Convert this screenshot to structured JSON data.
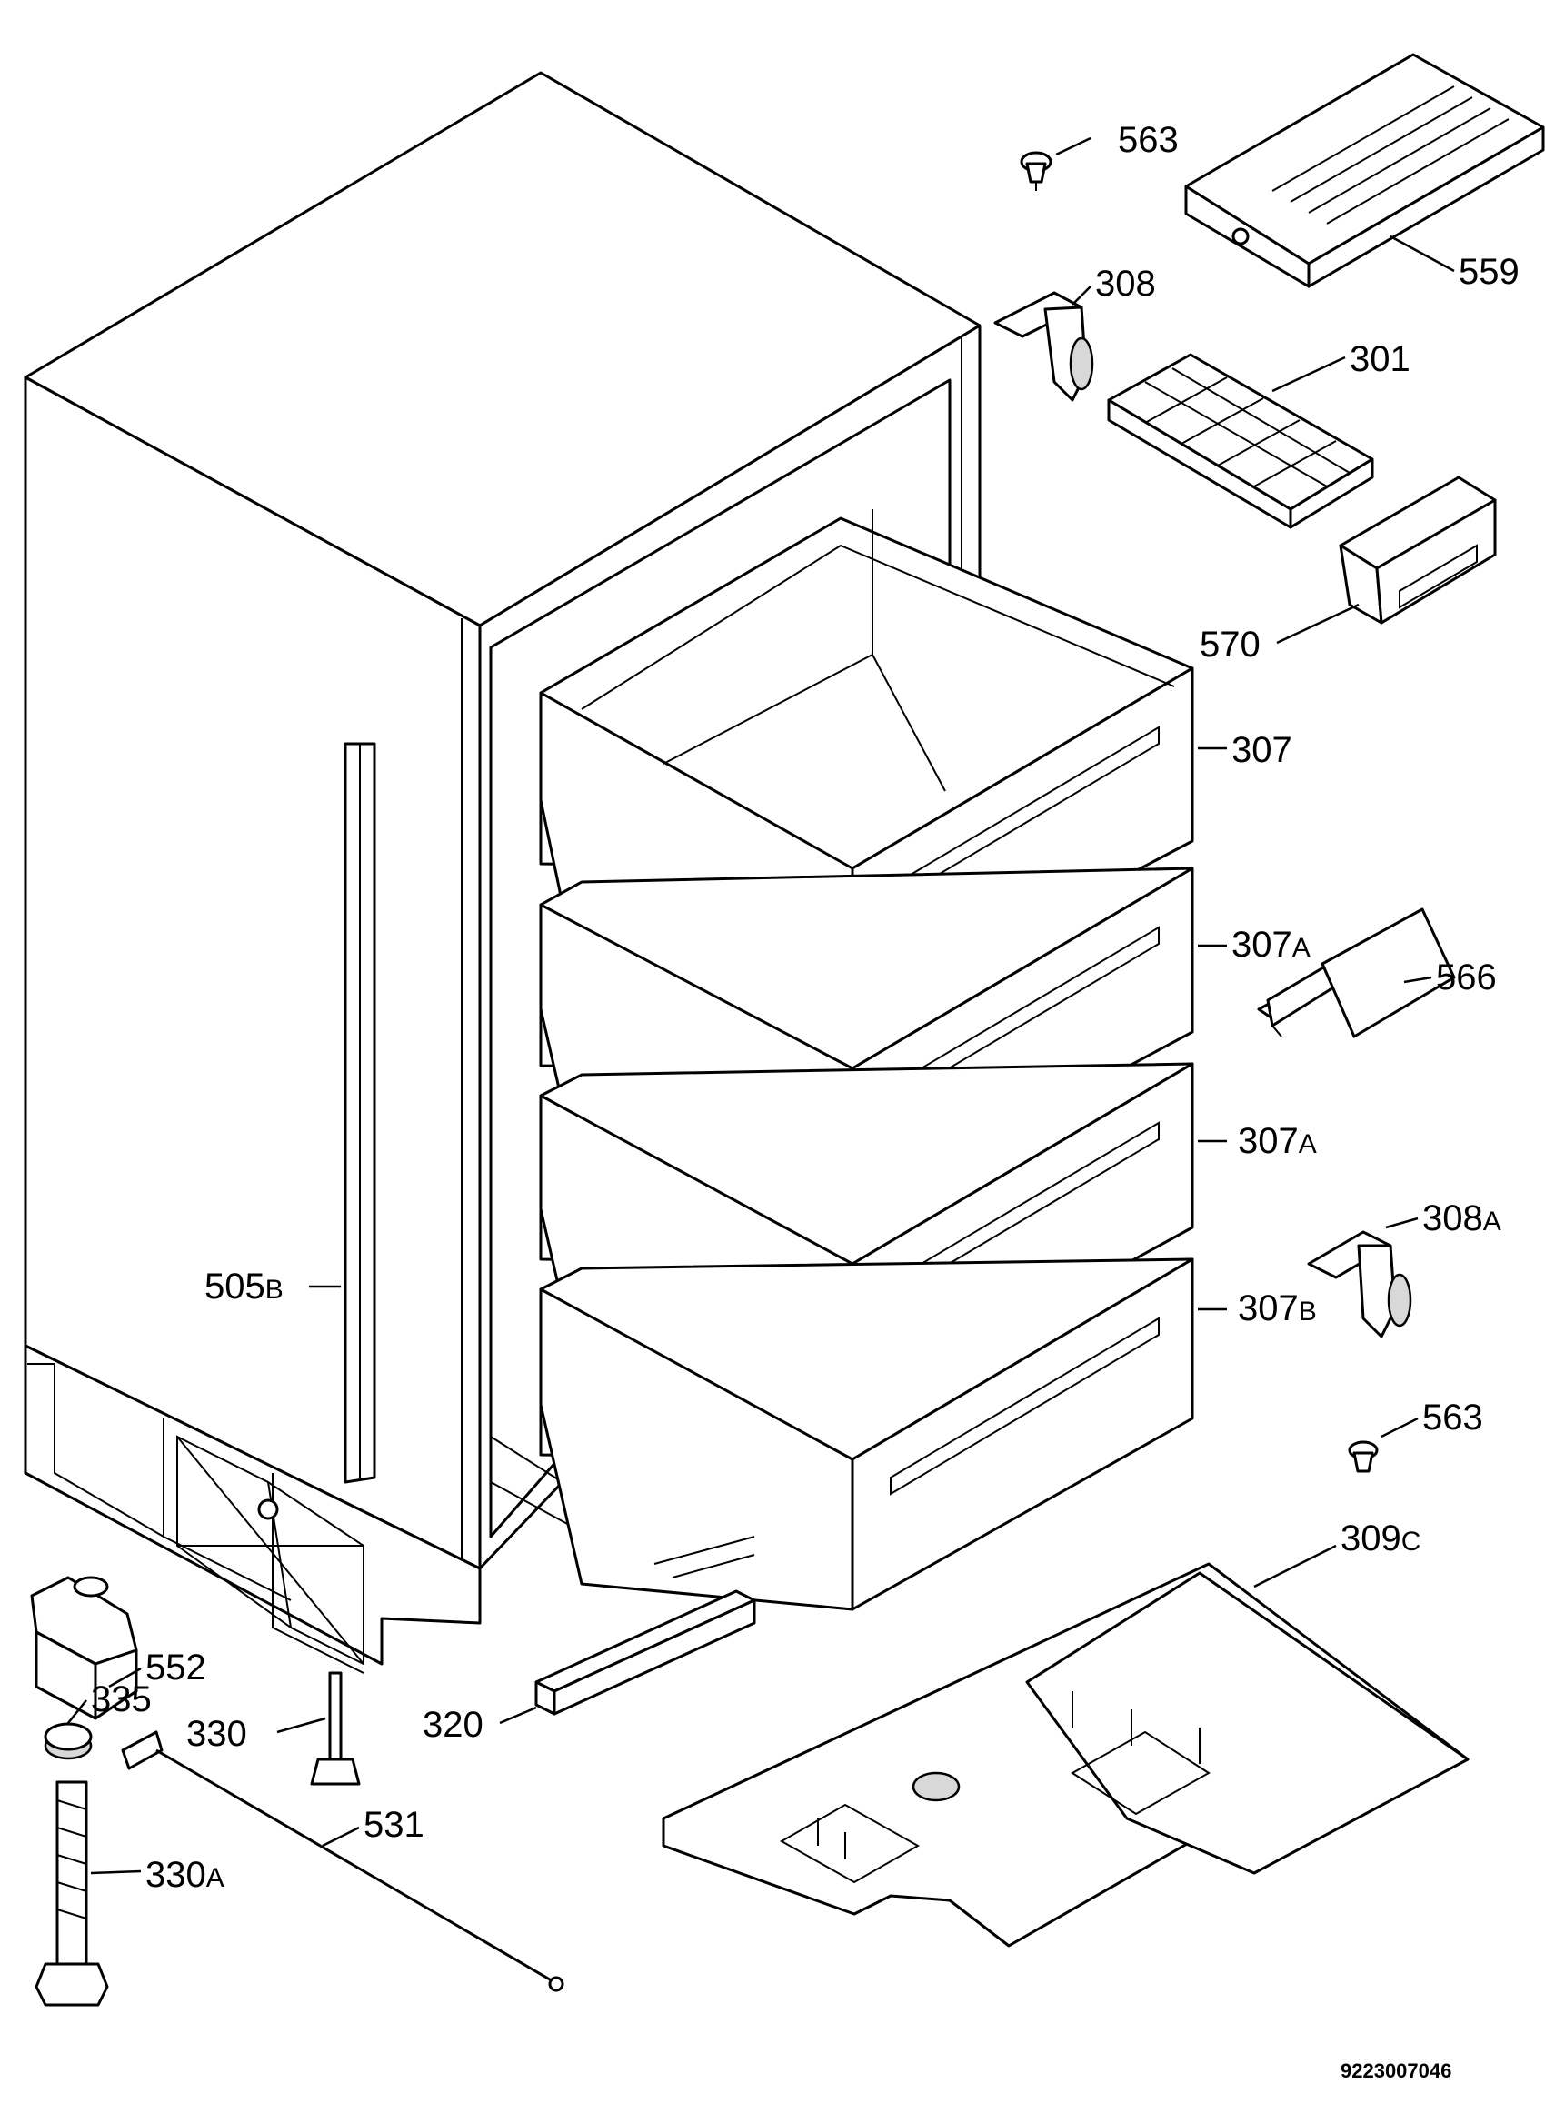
{
  "diagram": {
    "document_number": "9223007046",
    "parts": [
      {
        "id": "p563a",
        "number": "563",
        "suffix": ""
      },
      {
        "id": "p559",
        "number": "559",
        "suffix": ""
      },
      {
        "id": "p308",
        "number": "308",
        "suffix": ""
      },
      {
        "id": "p301",
        "number": "301",
        "suffix": ""
      },
      {
        "id": "p570",
        "number": "570",
        "suffix": ""
      },
      {
        "id": "p307",
        "number": "307",
        "suffix": ""
      },
      {
        "id": "p307a1",
        "number": "307",
        "suffix": "A"
      },
      {
        "id": "p566",
        "number": "566",
        "suffix": ""
      },
      {
        "id": "p307a2",
        "number": "307",
        "suffix": "A"
      },
      {
        "id": "p308a",
        "number": "308",
        "suffix": "A"
      },
      {
        "id": "p307b",
        "number": "307",
        "suffix": "B"
      },
      {
        "id": "p505b",
        "number": "505",
        "suffix": "B"
      },
      {
        "id": "p563b",
        "number": "563",
        "suffix": ""
      },
      {
        "id": "p309c",
        "number": "309",
        "suffix": "C"
      },
      {
        "id": "p552",
        "number": "552",
        "suffix": ""
      },
      {
        "id": "p335",
        "number": "335",
        "suffix": ""
      },
      {
        "id": "p330",
        "number": "330",
        "suffix": ""
      },
      {
        "id": "p320",
        "number": "320",
        "suffix": ""
      },
      {
        "id": "p531",
        "number": "531",
        "suffix": ""
      },
      {
        "id": "p330a",
        "number": "330",
        "suffix": "A"
      }
    ]
  }
}
